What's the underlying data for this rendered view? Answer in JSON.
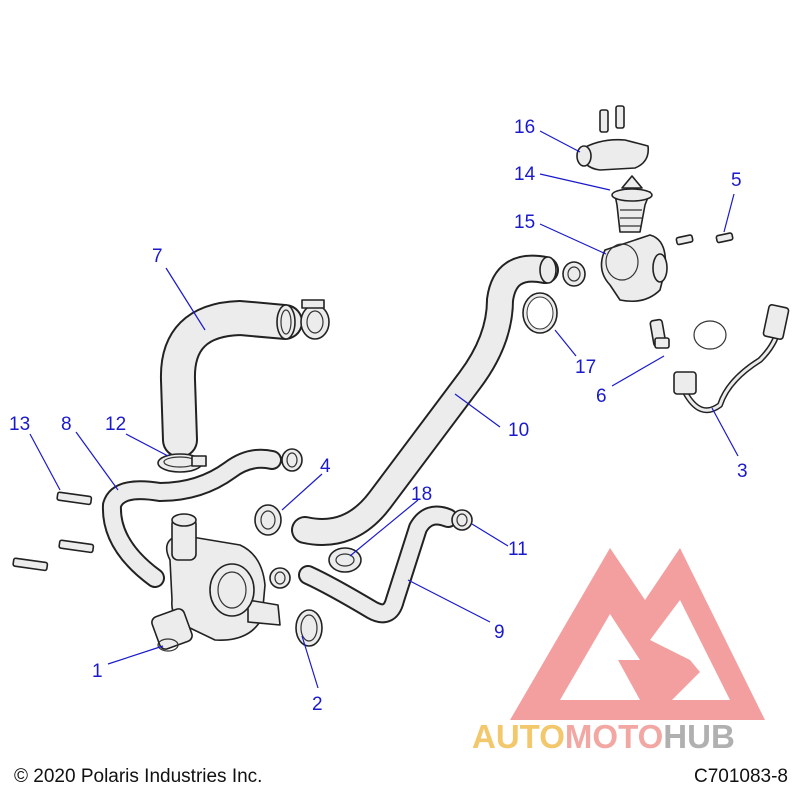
{
  "diagram": {
    "callouts": [
      {
        "id": "1",
        "text": "1"
      },
      {
        "id": "2",
        "text": "2"
      },
      {
        "id": "3",
        "text": "3"
      },
      {
        "id": "4",
        "text": "4"
      },
      {
        "id": "5",
        "text": "5"
      },
      {
        "id": "6",
        "text": "6"
      },
      {
        "id": "7",
        "text": "7"
      },
      {
        "id": "8",
        "text": "8"
      },
      {
        "id": "9",
        "text": "9"
      },
      {
        "id": "10",
        "text": "10"
      },
      {
        "id": "11",
        "text": "11"
      },
      {
        "id": "12",
        "text": "12"
      },
      {
        "id": "13",
        "text": "13"
      },
      {
        "id": "14",
        "text": "14"
      },
      {
        "id": "15",
        "text": "15"
      },
      {
        "id": "16",
        "text": "16"
      },
      {
        "id": "17",
        "text": "17"
      },
      {
        "id": "18",
        "text": "18"
      }
    ],
    "colors": {
      "callout": "#1a1acc",
      "outline": "#222222",
      "part_fill": "#ececec"
    }
  },
  "footer": {
    "copyright": "© 2020 Polaris Industries Inc.",
    "part_number": "C701083-8"
  },
  "watermark": {
    "brand_part1": "AUTO",
    "brand_part2": "MOTO",
    "brand_part3": "HUB",
    "colors": {
      "auto": "#f3c76b",
      "moto": "#f2a7a3",
      "hub": "#b0b0b0",
      "logo": "#f08080"
    }
  }
}
